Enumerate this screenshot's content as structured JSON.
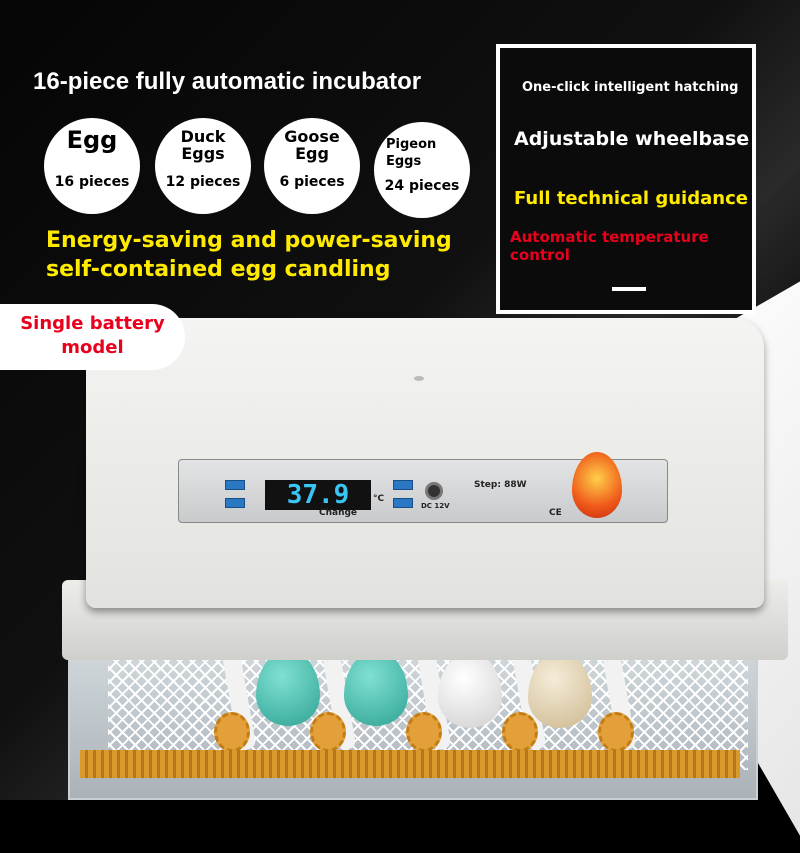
{
  "title": "16-piece fully automatic incubator",
  "capacities": [
    {
      "name": "Egg",
      "count": "16 pieces"
    },
    {
      "name": "Duck Eggs",
      "count": "12 pieces"
    },
    {
      "name": "Goose Egg",
      "count": "6 pieces"
    },
    {
      "name": "Pigeon Eggs",
      "count": "24 pieces"
    }
  ],
  "slogan": [
    "Energy-saving and power-saving",
    "self-contained egg candling"
  ],
  "features": {
    "hatching": "One-click intelligent hatching",
    "wheelbase": "Adjustable wheelbase",
    "guidance": "Full technical guidance",
    "temperature": "Automatic temperature control"
  },
  "badge": "Single battery model",
  "panel": {
    "display": "37.9",
    "unit": "°C",
    "change": "Change",
    "power": "DC 12V",
    "step": "Step: 88W",
    "certs": "CE"
  },
  "colors": {
    "yellow": "#ffea00",
    "red": "#e8001c",
    "lcd": "#39c6f5",
    "egg_teal": "#3fb3a8"
  }
}
